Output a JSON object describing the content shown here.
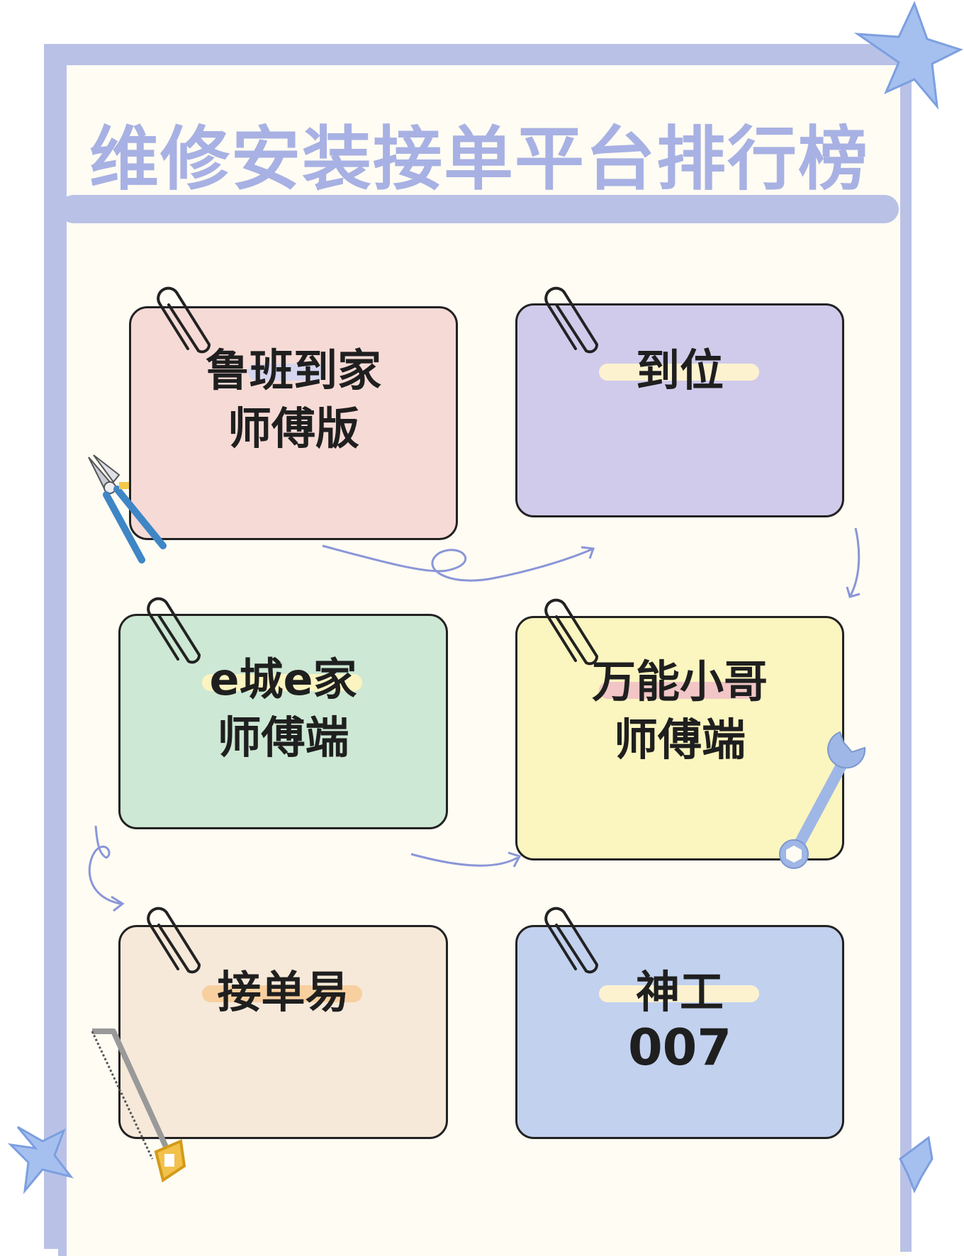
{
  "title": "维修安装接单平台排行榜",
  "colors": {
    "frame": "#b9c2e6",
    "title": "#a8b1e3",
    "background": "#fefcf3",
    "card_pink": "#f6dad6",
    "card_purple": "#d0cbeb",
    "card_green": "#cde8d4",
    "card_yellow": "#fbf5bf",
    "card_beige": "#f6e9da",
    "card_blue": "#c2d1ee"
  },
  "cards": [
    {
      "line1": "鲁班到家",
      "line2": "师傅版"
    },
    {
      "line1": "到位",
      "line2": ""
    },
    {
      "line1": "e城e家",
      "line2": "师傅端"
    },
    {
      "line1": "万能小哥",
      "line2": "师傅端"
    },
    {
      "line1": "接单易",
      "line2": ""
    },
    {
      "line1": "神工",
      "line2": "007"
    }
  ],
  "icons": [
    "star-icon",
    "paperclip-icon",
    "pliers-icon",
    "wrench-icon",
    "hacksaw-icon",
    "arrow-icon"
  ]
}
